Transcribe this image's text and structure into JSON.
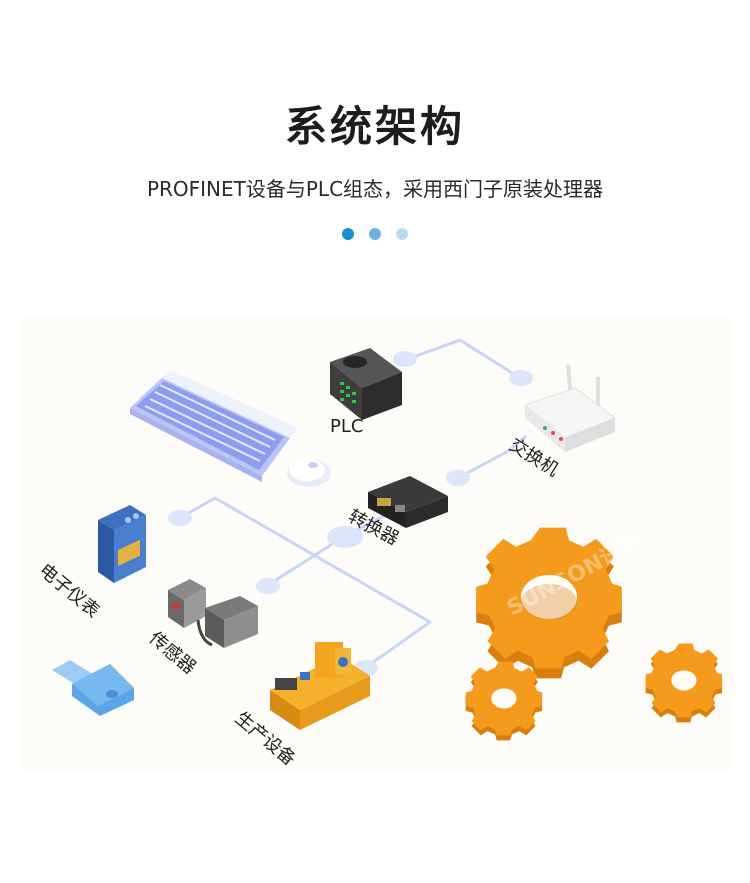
{
  "header": {
    "title": "系统架构",
    "subtitle": "PROFINET设备与PLC组态，采用西门子原装处理器"
  },
  "pager": {
    "dots": [
      {
        "color": "#1b8fd0"
      },
      {
        "color": "#68b5dc"
      },
      {
        "color": "#b9dbee"
      }
    ]
  },
  "diagram": {
    "labels": {
      "plc": "PLC",
      "switch": "交换机",
      "converter": "转换器",
      "instrument": "电子仪表",
      "sensor": "传感器",
      "production": "生产设备"
    },
    "watermark": "SUNSON讯鹏",
    "colors": {
      "line": "#c8d6f4",
      "node": "#dbe6fb",
      "gear": "#f49a1c",
      "gear_dark": "#d97f10"
    }
  }
}
